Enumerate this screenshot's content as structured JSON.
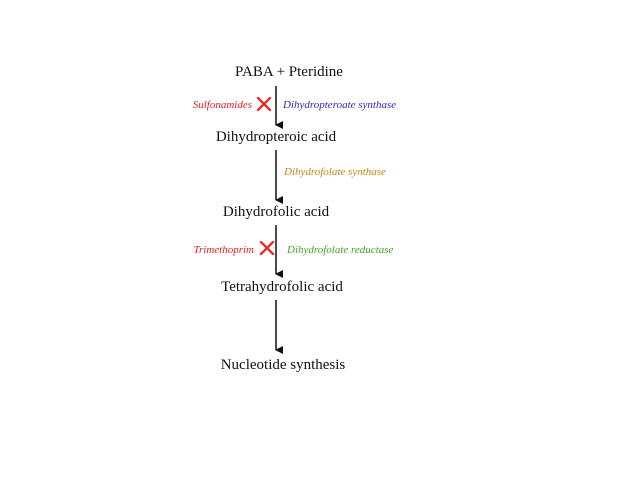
{
  "nodes": {
    "paba": "PABA  + Pteridine",
    "dihydropteroic": "Dihydropteroic acid",
    "dihydrofolic": "Dihydrofolic acid",
    "tetrahydrofolic": "Tetrahydrofolic acid",
    "nucleotide": "Nucleotide synthesis"
  },
  "enzymes": {
    "dhps": "Dihydropteroate synthase",
    "dhfs": "Dihydrofolate synthase",
    "dhfr": "Dihydrofolate reductase"
  },
  "inhibitors": {
    "sulfonamides": "Sulfonamides",
    "trimethoprim": "Trimethoprim"
  },
  "colors": {
    "node_text": "#111111",
    "arrow": "#111111",
    "inhibitor": "#e02020",
    "block_mark": "#e53030",
    "dhps": "#3a1fc8",
    "dhfs": "#c8861a",
    "dhfr": "#4aa028"
  },
  "icons": {
    "block_mark": "x-block-icon"
  }
}
